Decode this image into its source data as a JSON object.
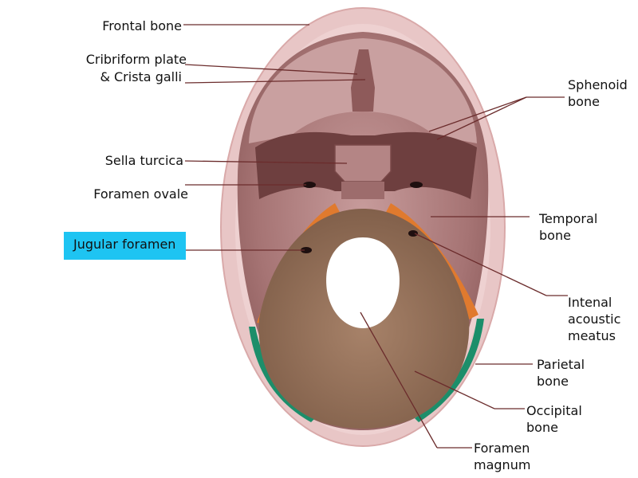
{
  "labels": {
    "frontal": "Frontal bone",
    "cribriform_1": "Cribriform plate",
    "cribriform_2": "& Crista galli",
    "sella": "Sella turcica",
    "ovale": "Foramen ovale",
    "jugular": "Jugular foramen",
    "sphenoid_1": "Sphenoid",
    "sphenoid_2": "bone",
    "temporal_1": "Temporal",
    "temporal_2": "bone",
    "iam_1": "Intenal",
    "iam_2": "acoustic",
    "iam_3": "meatus",
    "parietal_1": "Parietal",
    "parietal_2": "bone",
    "occipital_1": "Occipital",
    "occipital_2": "bone",
    "magnum_1": "Foramen",
    "magnum_2": "magnum"
  },
  "colors": {
    "highlight": "#1ec4f2",
    "leader": "#6b2c2c",
    "outer_skull": "#e7c4c4",
    "inner_fossa": "#a77878",
    "occipital": "#8e6a55",
    "temporal_orange": "#e07a2e",
    "parietal_green": "#1c8e6a",
    "sphenoid": "#6e3f3f"
  }
}
